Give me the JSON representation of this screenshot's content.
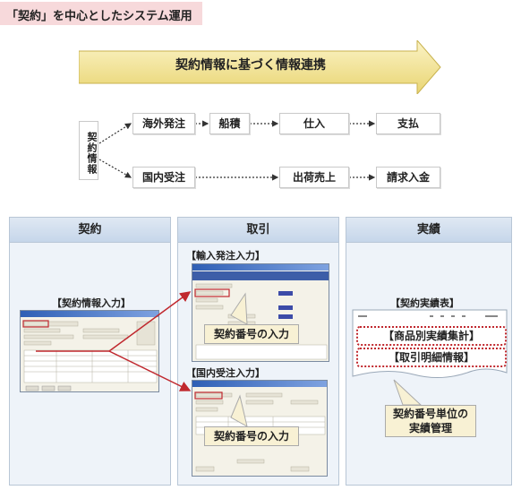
{
  "title": "「契約」を中心としたシステム運用",
  "banner": "契約情報に基づく情報連携",
  "source_node": "契約情報",
  "flow_top": [
    "海外発注",
    "船積",
    "仕入",
    "支払"
  ],
  "flow_bottom": [
    "国内受注",
    "出荷売上",
    "請求入金"
  ],
  "panels": {
    "contract": {
      "header": "契約",
      "label": "【契約情報入力】"
    },
    "transaction": {
      "header": "取引",
      "import_label": "【輸入発注入力】",
      "domestic_label": "【国内受注入力】",
      "callout": "契約番号の入力"
    },
    "results": {
      "header": "実績",
      "label": "【契約実績表】",
      "box1": "【商品別実績集計】",
      "box2": "【取引明細情報】",
      "callout": "契約番号単位の\n実績管理"
    }
  },
  "colors": {
    "title_bg": "#f7d9db",
    "banner": "#f3e49a",
    "accent_red": "#c0282e",
    "panel_head": "#c6d6ea"
  }
}
